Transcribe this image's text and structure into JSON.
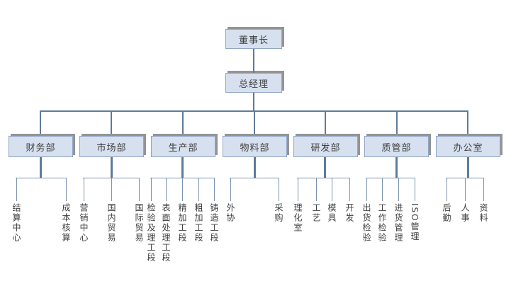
{
  "chart": {
    "root": {
      "label": "董事长"
    },
    "general_manager": {
      "label": "总经理"
    },
    "departments": [
      {
        "label": "财务部",
        "children": [
          "结算中心",
          "成本核算"
        ]
      },
      {
        "label": "市场部",
        "children": [
          "营销中心",
          "国内贸易",
          "国际贸易"
        ]
      },
      {
        "label": "生产部",
        "children": [
          "检验及理工段",
          "表面处理工段",
          "精加工段",
          "粗加工段",
          "铸造工段"
        ]
      },
      {
        "label": "物料部",
        "children": [
          "外协",
          "采购"
        ]
      },
      {
        "label": "研发部",
        "children": [
          "理化室",
          "工艺",
          "模具",
          "开发"
        ]
      },
      {
        "label": "质管部",
        "children": [
          "出货检验",
          "工作检验",
          "进货管理",
          "ISO管理"
        ]
      },
      {
        "label": "办公室",
        "children": [
          "后勤",
          "人事",
          "资料"
        ]
      }
    ],
    "colors": {
      "box_fill": "#d6e0ef",
      "box_border": "#91a5c4",
      "box_shadow": "#949494",
      "connector": "#5e7b9e",
      "connector_light": "#7a93b0",
      "text": "#3f3f3f"
    }
  }
}
